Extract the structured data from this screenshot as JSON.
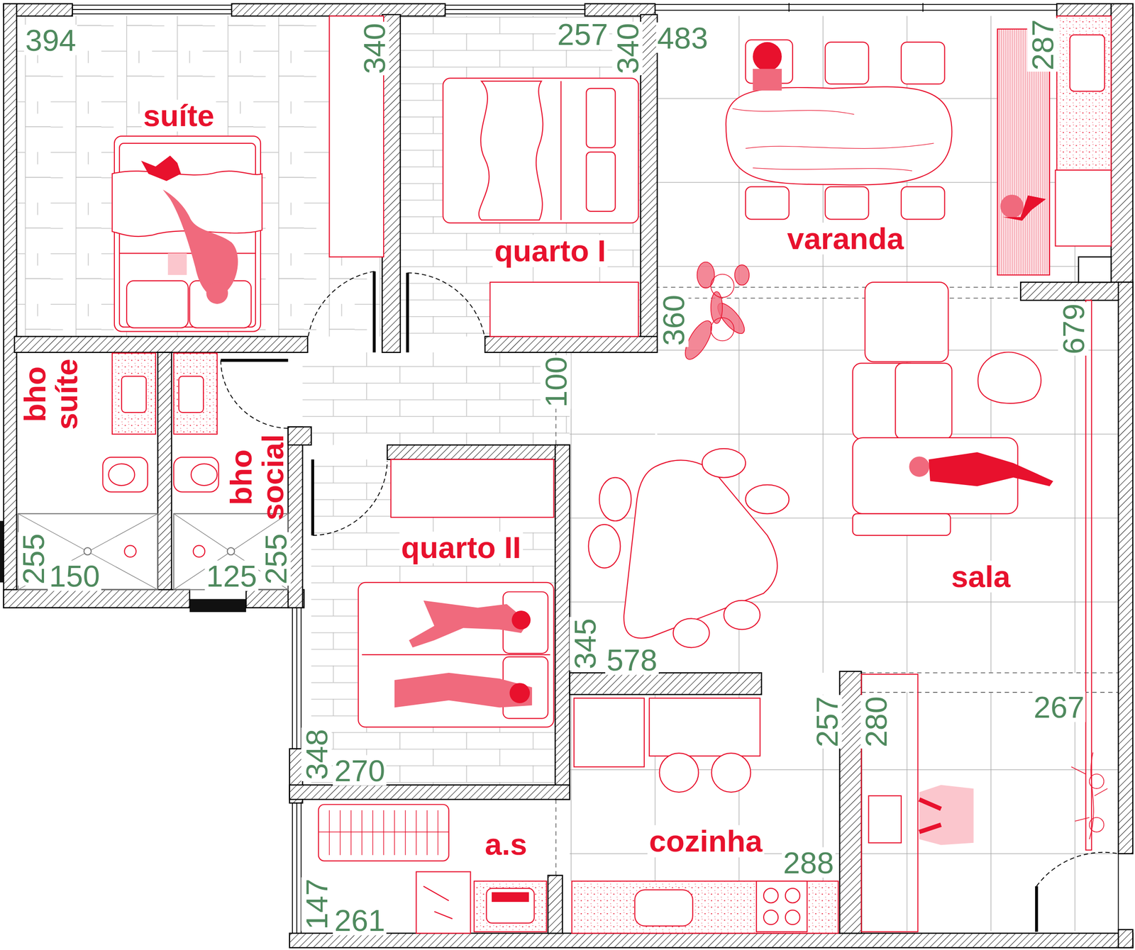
{
  "diagram": {
    "nodes": [
      {
        "text": [
          "suíte"
        ]
      },
      {
        "text": [
          "quarto I"
        ]
      },
      {
        "text": [
          "varanda"
        ]
      },
      {
        "text": [
          "bho suíte"
        ]
      },
      {
        "text": [
          "bho social"
        ]
      },
      {
        "text": [
          "quarto II"
        ]
      },
      {
        "text": [
          "sala"
        ]
      },
      {
        "text": [
          "a.s"
        ]
      },
      {
        "text": [
          "cozinha"
        ]
      }
    ],
    "labels": [
      "394",
      "340",
      "257",
      "340",
      "483",
      "287",
      "360",
      "679",
      "100",
      "255",
      "150",
      "125",
      "255",
      "345",
      "578",
      "267",
      "257",
      "280",
      "348",
      "270",
      "288",
      "147",
      "261"
    ]
  }
}
